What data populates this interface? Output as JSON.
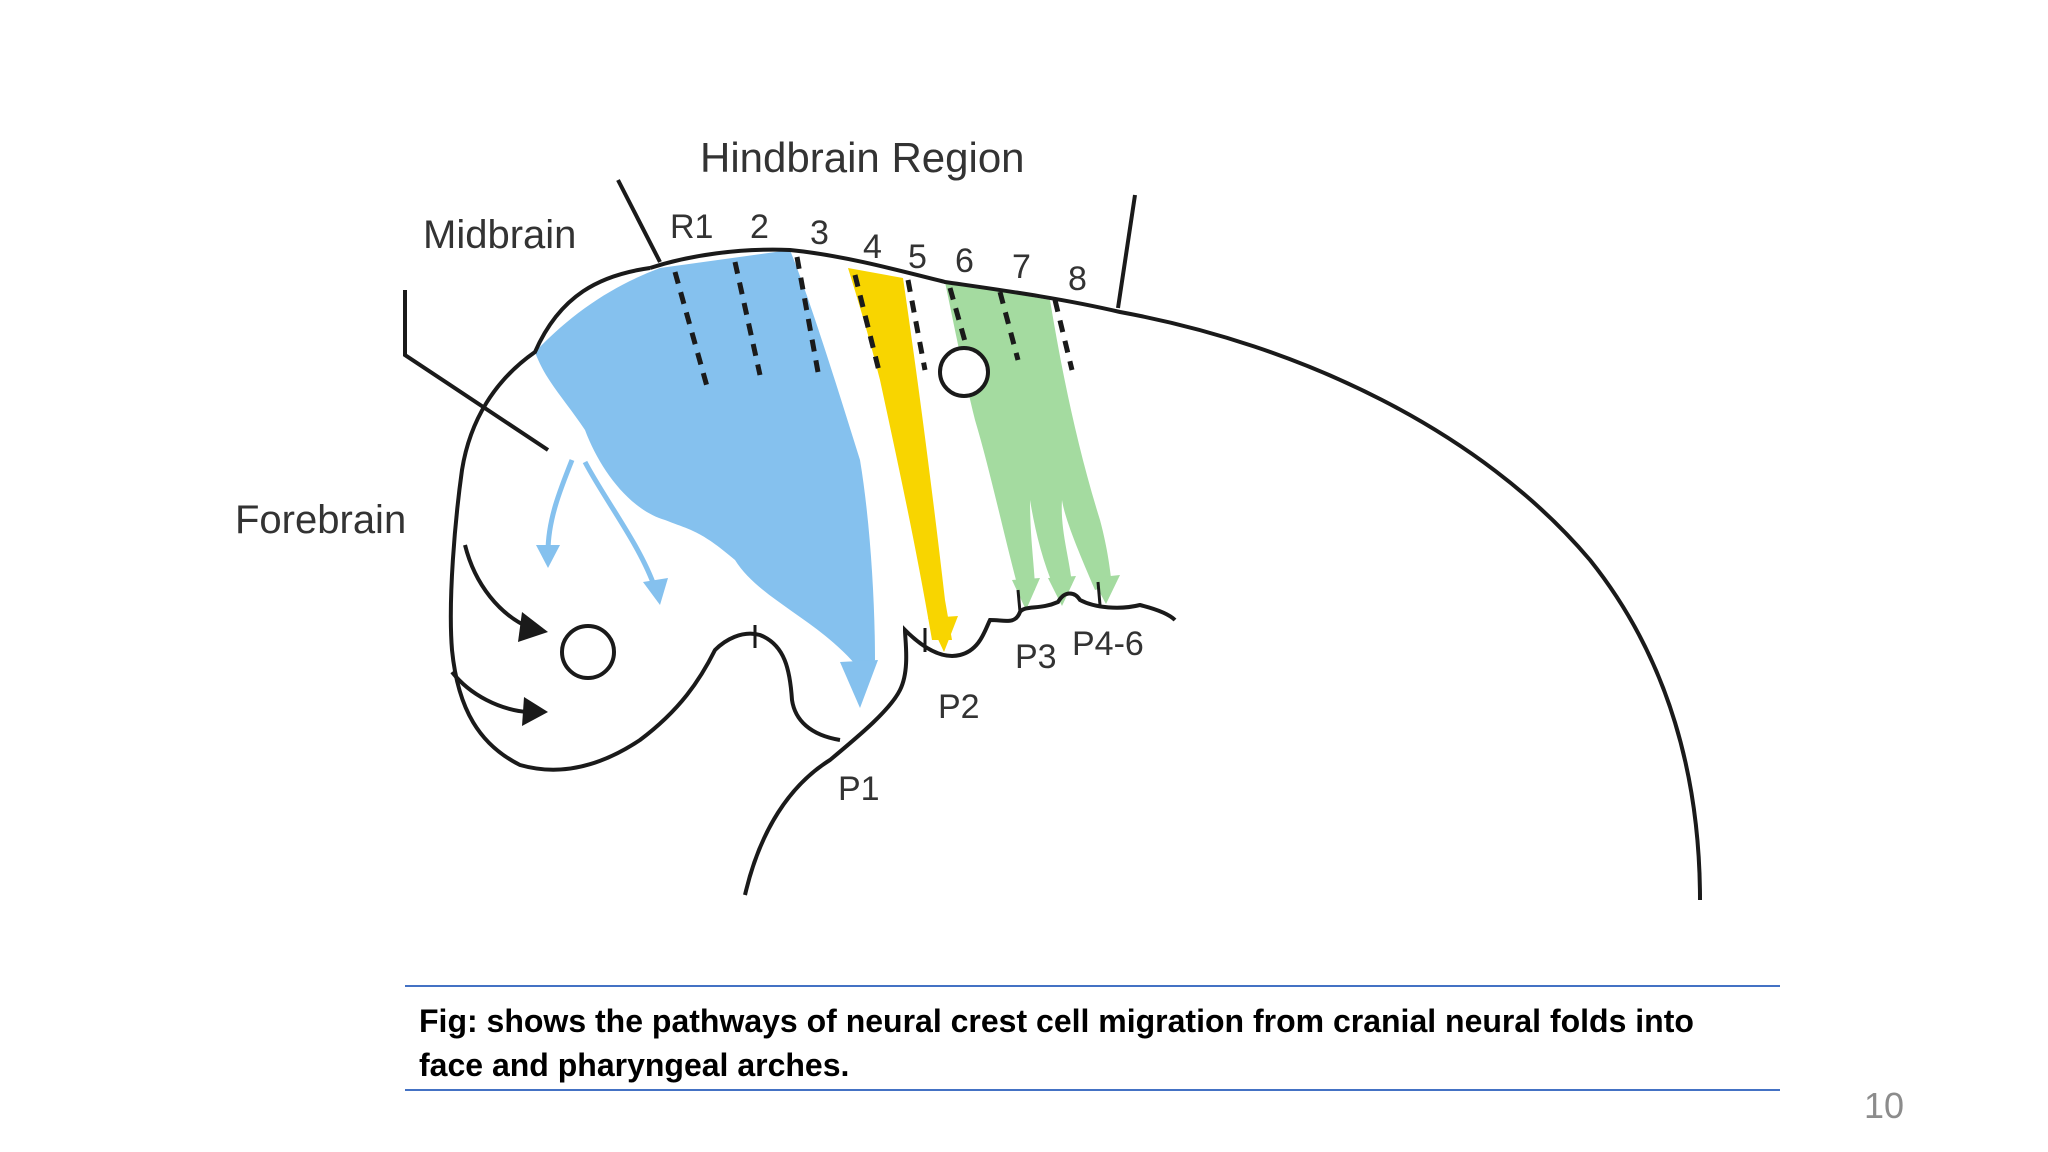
{
  "diagram": {
    "labels": {
      "hindbrain": "Hindbrain Region",
      "midbrain": "Midbrain",
      "forebrain": "Forebrain",
      "rhombomeres": [
        "R1",
        "2",
        "3",
        "4",
        "5",
        "6",
        "7",
        "8"
      ],
      "arches": [
        "P1",
        "P2",
        "P3",
        "P4-6"
      ]
    },
    "colors": {
      "blue": "#85c1ee",
      "yellow": "#f8d500",
      "green": "#a4dba0",
      "outline": "#1a1a1a"
    }
  },
  "caption": "Fig: shows the pathways of neural crest cell migration from cranial neural folds into face and pharyngeal arches.",
  "page_number": "10"
}
